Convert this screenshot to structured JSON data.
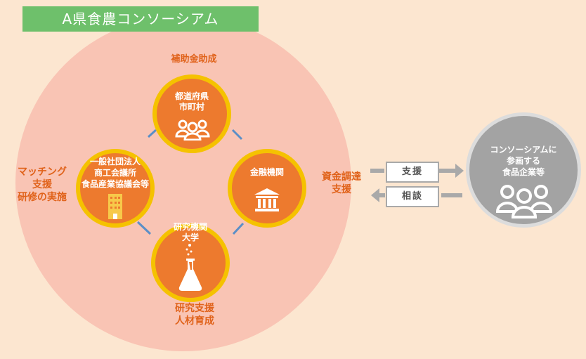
{
  "title": "A県食農コンソーシアム",
  "colors": {
    "background": "#fce6d0",
    "main_circle": "#f9c4b4",
    "banner": "#6ec06b",
    "node_fill": "#ed7a2e",
    "node_ring": "#f5c200",
    "label_orange": "#e0621a",
    "connector_blue": "#5b8fc7",
    "gray_circle": "#a3a3a3",
    "arrow_gray": "#a9a9a9"
  },
  "nodes": {
    "top": {
      "name": "都道府県\n市町村",
      "icon": "people-icon",
      "role_label": "補助金助成"
    },
    "left": {
      "name": "一般社団法人\n商工会議所\n食品産業協議会等",
      "icon": "building-icon",
      "role_label": "マッチング\n支援\n研修の実施"
    },
    "right": {
      "name": "金融機関",
      "icon": "bank-icon",
      "role_label": "資金調達\n支援"
    },
    "bottom": {
      "name": "研究機関\n大学",
      "icon": "flask-icon",
      "role_label": "研究支援\n人材育成"
    }
  },
  "flows": {
    "support": "支援",
    "consult": "相談"
  },
  "consortium": {
    "label": "コンソーシアムに\n参画する\n食品企業等",
    "icon": "people-icon"
  }
}
